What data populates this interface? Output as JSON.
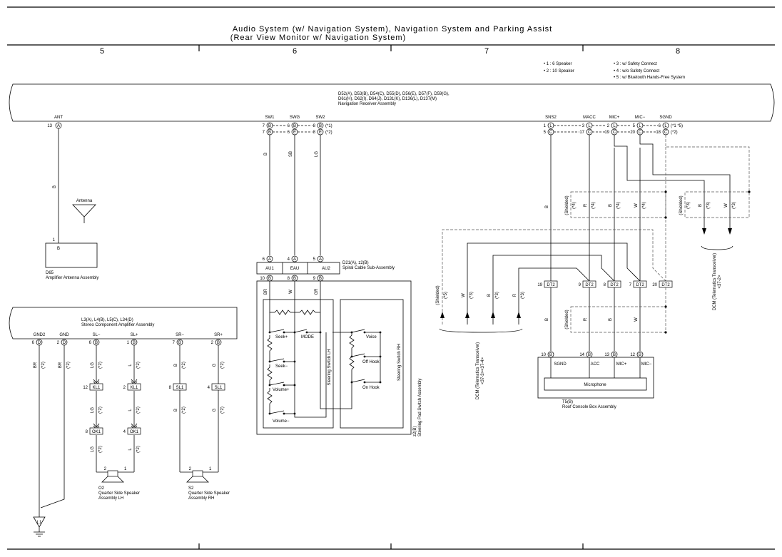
{
  "header": {
    "title_line1": "Audio System (w/ Navigation System), Navigation System and Parking Assist",
    "title_line2": "(Rear View Monitor w/ Navigation System)",
    "columns": [
      "5",
      "6",
      "7",
      "8"
    ]
  },
  "notes": {
    "n1": "• 1 : 6 Speaker",
    "n2": "• 2 : 10 Speaker",
    "n3": "• 3 : w/ Safety Connect",
    "n4": "• 4 : w/o Safety Connect",
    "n5": "• 5 : w/ Bluetooth Hands-Free System"
  },
  "nav_receiver": {
    "line1": "D52(A), D53(B), D54(C), D55(D), D56(E), D57(F), D59(G),",
    "line2": "D61(H), D62(I), D64(J), D131(K), D136(L), D137(M)",
    "line3": "Navigation Receiver Assembly",
    "ant_label": "ANT",
    "ant_pin": "13",
    "ant_conn": "A",
    "sw1": "SW1",
    "swg": "SWG",
    "sw2": "SW2",
    "sw1_pins": [
      "7",
      "7"
    ],
    "sw1_conn": [
      "B",
      "B"
    ],
    "swg_pins": [
      "6",
      "6"
    ],
    "swg_conn": [
      "B",
      "E"
    ],
    "sw2_pins": [
      "8",
      "8"
    ],
    "sw2_conn": [
      "B",
      "E"
    ],
    "sw_note1": "(*1)",
    "sw_note2": "(*2)",
    "sns2": "SNS2",
    "macc": "MACC",
    "micp": "MIC+",
    "micm": "MIC−",
    "sgnd": "SGND",
    "r1_sns2": "1",
    "r1_macc": "3",
    "r1_micp": "2",
    "r1_micm": "5",
    "r1_sgnd": "6",
    "r2_sns2": "5",
    "r2_macc": "17",
    "r2_micp": "19",
    "r2_micm": "20",
    "r2_sgnd": "18",
    "conn_L": "L",
    "conn_C": "C",
    "right_note1": "(*1 *5)",
    "right_note2": "(*2)"
  },
  "antenna": {
    "label": "Antenna",
    "wire_color": "B",
    "pin": "1",
    "conn_letter": "B",
    "code": "D65",
    "name": "Amplifier Antenna Assembly"
  },
  "stereo_amp": {
    "line1": "L3(A), L4(B), L5(C), L34(D)",
    "line2": "Stereo Component Amplifier Assembly",
    "terminals": [
      {
        "label": "GND2",
        "pin": "6",
        "conn": "D",
        "color": "BR",
        "note": "(*2)"
      },
      {
        "label": "GND",
        "pin": "2",
        "conn": "D",
        "color": "BR",
        "note": "(*2)"
      },
      {
        "label": "SL−",
        "pin": "6",
        "conn": "B",
        "color": "LG",
        "note": "(*2)"
      },
      {
        "label": "SL+",
        "pin": "1",
        "conn": "B",
        "color": "L",
        "note": "(*2)"
      },
      {
        "label": "SR−",
        "pin": "7",
        "conn": "B",
        "color": "B",
        "note": "(*2)"
      },
      {
        "label": "SR+",
        "pin": "2",
        "conn": "B",
        "color": "G",
        "note": "(*2)"
      }
    ]
  },
  "connectors": {
    "kl1": "KL1",
    "ok1": "OK1",
    "sl1": "SL1",
    "kl1_pins": [
      "12",
      "2"
    ],
    "ok1_pins": [
      "8",
      "4"
    ],
    "sl1_pins": [
      "8",
      "4"
    ]
  },
  "ground": {
    "label": "L1"
  },
  "speaker_lh": {
    "code": "O2",
    "name1": "Quarter Side Speaker",
    "name2": "Assembly LH",
    "pin_a": "2",
    "pin_b": "1"
  },
  "speaker_rh": {
    "code": "S2",
    "name1": "Quarter Side Speaker",
    "name2": "Assembly RH",
    "pin_a": "2",
    "pin_b": "1"
  },
  "spiral": {
    "line1": "D21(A), z2(B)",
    "line2": "Spiral Cable Sub-Assembly",
    "top_pins": [
      "6",
      "4",
      "5"
    ],
    "top_conn": "A",
    "bottom_pins": [
      "10",
      "8",
      "9"
    ],
    "bottom_conn": "B",
    "terms": [
      "AU1",
      "EAU",
      "AU2"
    ],
    "in_colors": [
      "B",
      "SB",
      "LG"
    ],
    "out_colors": [
      "BR",
      "W",
      "GR"
    ]
  },
  "steering_pad": {
    "code": "z2(B)",
    "name": "Steering Pad Switch Assembly",
    "lh_name": "Steering Switch LH",
    "rh_name": "Steering Switch RH",
    "seek_up": "Seek+",
    "seek_down": "Seek−",
    "mode": "MODE",
    "vol_up": "Volume+",
    "vol_down": "Volume−",
    "voice": "Voice",
    "off_hook": "Off Hook",
    "on_hook": "On Hook"
  },
  "dcm_bottom": {
    "shielded": "(Shielded)",
    "note_shielded": "(*5)",
    "colors": [
      "W",
      "B",
      "R"
    ],
    "notes": [
      "(*3)",
      "(*3)",
      "(*3)"
    ],
    "line1": "DCM (Telematics Transceiver)",
    "line2": "<37-3><37-4>"
  },
  "mic_section": {
    "in_colors": [
      "B",
      "R",
      "B",
      "W"
    ],
    "in_notes": [
      "",
      "(*4)",
      "(*4)",
      "(*4)"
    ],
    "shielded_top": "(Shielded)",
    "shielded_top_note": "(*4)",
    "dt2": "DT2",
    "dt2_pins": [
      "19",
      "9",
      "8",
      "7",
      "20"
    ],
    "mid_colors": [
      "B",
      "R",
      "B",
      "W"
    ],
    "shielded_mid": "(Shielded)",
    "bottom_pins": [
      "10",
      "14",
      "13",
      "12"
    ],
    "bottom_conn": "B",
    "terms": [
      "SGND",
      "ACC",
      "MIC+",
      "MIC−"
    ],
    "mic": "Microphone",
    "code": "T5(B)",
    "name": "Roof Console Box Assembly"
  },
  "dcm_right": {
    "shielded": "(Shielded)",
    "note": "(*3)",
    "colors": [
      "B",
      "W"
    ],
    "notes": [
      "(*3)",
      "(*3)"
    ],
    "line1": "DCM (Telematics Transceiver)",
    "line2": "<37-2>"
  }
}
